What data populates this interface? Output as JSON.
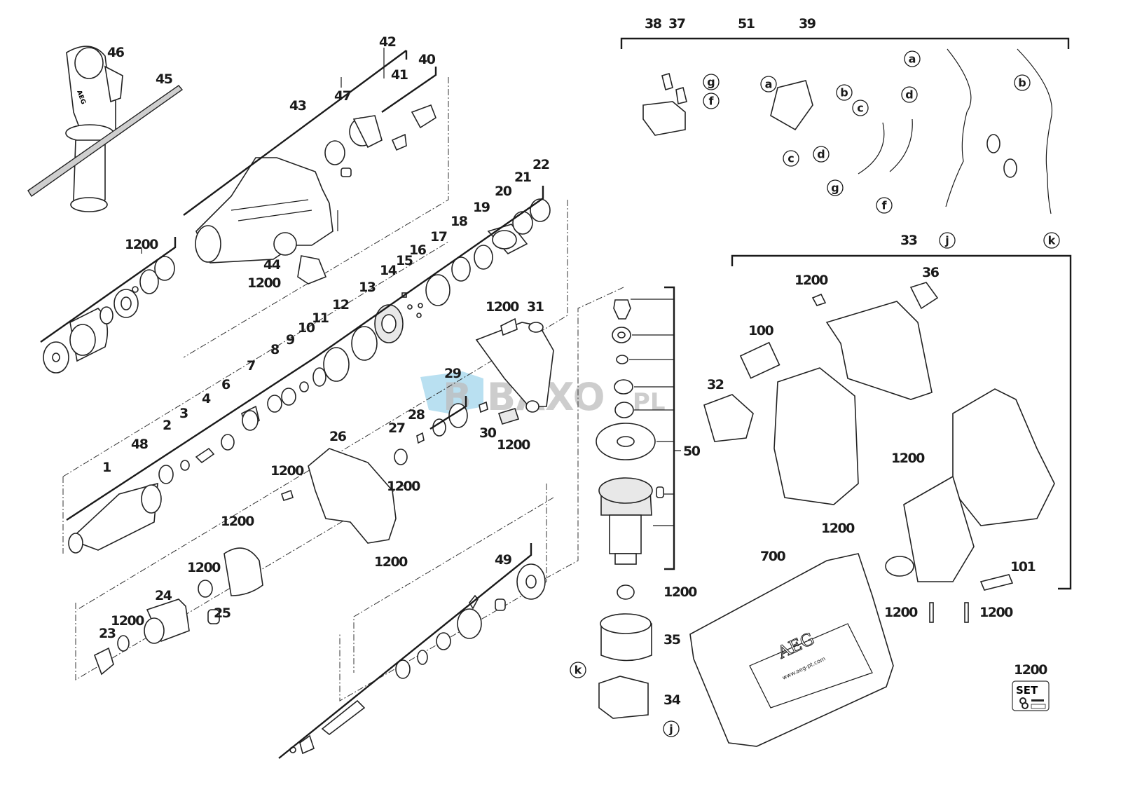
{
  "diagram": {
    "title": "AEG cordless rotary hammer exploded parts view",
    "watermark": {
      "text_main": "BAXO",
      "text_suffix": ".PL",
      "logo_letter": "B",
      "color_logo": "#9fd3ea",
      "color_text": "#bdbdbd"
    },
    "case_brand": "AEG",
    "case_url": "www.aeg-pt.com",
    "handle_brand": "AEG",
    "set_badge": {
      "label": "SET",
      "part": "1200"
    },
    "part_labels": [
      {
        "id": "p46",
        "text": "46"
      },
      {
        "id": "p45",
        "text": "45"
      },
      {
        "id": "p42",
        "text": "42"
      },
      {
        "id": "p40",
        "text": "40"
      },
      {
        "id": "p47",
        "text": "47"
      },
      {
        "id": "p41",
        "text": "41"
      },
      {
        "id": "p43",
        "text": "43"
      },
      {
        "id": "p22",
        "text": "22"
      },
      {
        "id": "p21",
        "text": "21"
      },
      {
        "id": "p20",
        "text": "20"
      },
      {
        "id": "p19",
        "text": "19"
      },
      {
        "id": "p18",
        "text": "18"
      },
      {
        "id": "p17",
        "text": "17"
      },
      {
        "id": "p16",
        "text": "16"
      },
      {
        "id": "p15",
        "text": "15"
      },
      {
        "id": "p14",
        "text": "14"
      },
      {
        "id": "p13",
        "text": "13"
      },
      {
        "id": "p12",
        "text": "12"
      },
      {
        "id": "p11",
        "text": "11"
      },
      {
        "id": "p10",
        "text": "10"
      },
      {
        "id": "p9",
        "text": "9"
      },
      {
        "id": "p8",
        "text": "8"
      },
      {
        "id": "p7",
        "text": "7"
      },
      {
        "id": "p6",
        "text": "6"
      },
      {
        "id": "p4",
        "text": "4"
      },
      {
        "id": "p3",
        "text": "3"
      },
      {
        "id": "p2",
        "text": "2"
      },
      {
        "id": "p48",
        "text": "48"
      },
      {
        "id": "p1",
        "text": "1"
      },
      {
        "id": "p44",
        "text": "44"
      },
      {
        "id": "p31",
        "text": "31"
      },
      {
        "id": "p29",
        "text": "29"
      },
      {
        "id": "p28",
        "text": "28"
      },
      {
        "id": "p27",
        "text": "27"
      },
      {
        "id": "p30",
        "text": "30"
      },
      {
        "id": "p26",
        "text": "26"
      },
      {
        "id": "p24",
        "text": "24"
      },
      {
        "id": "p25",
        "text": "25"
      },
      {
        "id": "p23",
        "text": "23"
      },
      {
        "id": "p49",
        "text": "49"
      },
      {
        "id": "p50",
        "text": "50"
      },
      {
        "id": "p35",
        "text": "35"
      },
      {
        "id": "p34",
        "text": "34"
      },
      {
        "id": "p38",
        "text": "38"
      },
      {
        "id": "p37",
        "text": "37"
      },
      {
        "id": "p51",
        "text": "51"
      },
      {
        "id": "p39",
        "text": "39"
      },
      {
        "id": "p33",
        "text": "33"
      },
      {
        "id": "p36",
        "text": "36"
      },
      {
        "id": "p100",
        "text": "100"
      },
      {
        "id": "p32",
        "text": "32"
      },
      {
        "id": "p700",
        "text": "700"
      },
      {
        "id": "p101",
        "text": "101"
      },
      {
        "id": "s1",
        "text": "1200"
      },
      {
        "id": "s2",
        "text": "1200"
      },
      {
        "id": "s3",
        "text": "1200"
      },
      {
        "id": "s4",
        "text": "1200"
      },
      {
        "id": "s5",
        "text": "1200"
      },
      {
        "id": "s6",
        "text": "1200"
      },
      {
        "id": "s7",
        "text": "1200"
      },
      {
        "id": "s8",
        "text": "1200"
      },
      {
        "id": "s9",
        "text": "1200"
      },
      {
        "id": "s10",
        "text": "1200"
      },
      {
        "id": "s11",
        "text": "1200"
      },
      {
        "id": "s12",
        "text": "1200"
      },
      {
        "id": "s13",
        "text": "1200"
      },
      {
        "id": "s14",
        "text": "1200"
      },
      {
        "id": "s15",
        "text": "1200"
      },
      {
        "id": "s16",
        "text": "1200"
      },
      {
        "id": "s17",
        "text": "1200"
      }
    ],
    "connector_letters": [
      {
        "id": "c_g1",
        "text": "g"
      },
      {
        "id": "c_f1",
        "text": "f"
      },
      {
        "id": "c_a1",
        "text": "a"
      },
      {
        "id": "c_b1",
        "text": "b"
      },
      {
        "id": "c_c1",
        "text": "c"
      },
      {
        "id": "c_d1",
        "text": "d"
      },
      {
        "id": "c_c2",
        "text": "c"
      },
      {
        "id": "c_g2",
        "text": "g"
      },
      {
        "id": "c_d2",
        "text": "d"
      },
      {
        "id": "c_f2",
        "text": "f"
      },
      {
        "id": "c_a2",
        "text": "a"
      },
      {
        "id": "c_j1",
        "text": "j"
      },
      {
        "id": "c_b2",
        "text": "b"
      },
      {
        "id": "c_k1",
        "text": "k"
      },
      {
        "id": "c_k2",
        "text": "k"
      },
      {
        "id": "c_j2",
        "text": "j"
      }
    ]
  }
}
